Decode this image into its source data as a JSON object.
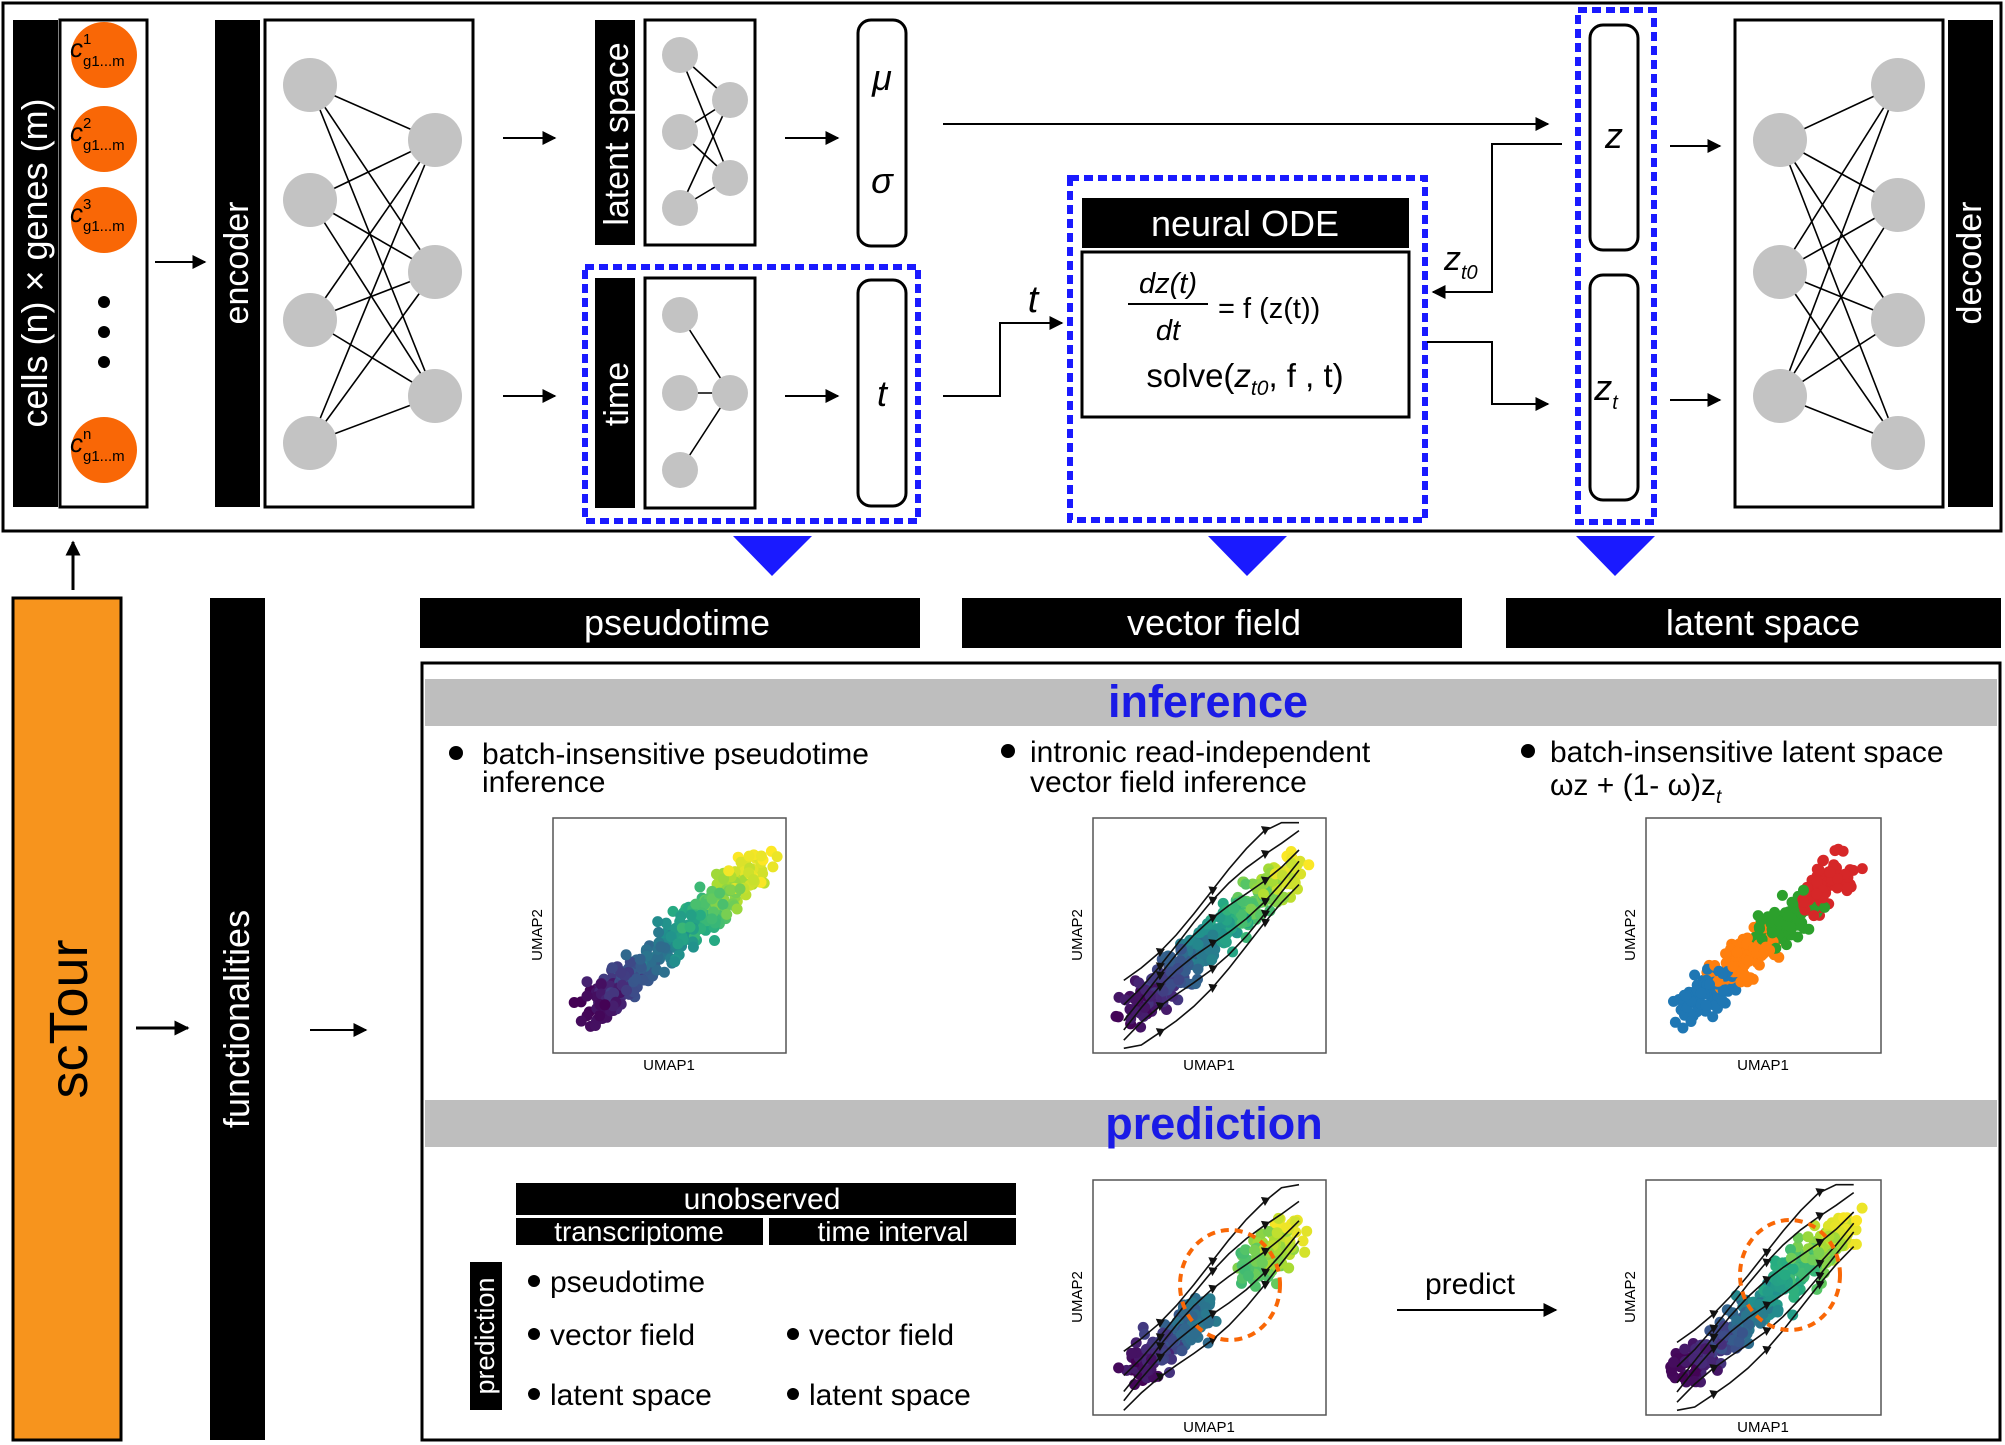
{
  "cell_matrix": {
    "axis_label": "cells (n) × genes (m)",
    "cell_sub": "g1...m",
    "cells": [
      "1",
      "2",
      "3",
      "n"
    ]
  },
  "encoder": {
    "label": "encoder"
  },
  "decoder": {
    "label": "decoder"
  },
  "latent_branch": {
    "label": "latent space",
    "mu": "μ",
    "sigma": "σ"
  },
  "time_branch": {
    "label": "time",
    "t": "t"
  },
  "ode": {
    "title": "neural ODE",
    "eq_num": "dz(t)",
    "eq_den": "dt",
    "eq_rhs": "= f (z(t))",
    "solve_pre": "solve(",
    "solve_z": "z",
    "solve_sub": "t0",
    "solve_post": ", f , t)"
  },
  "outputs": {
    "z": "z",
    "zt": "z",
    "zt_sub": "t",
    "zt0": "z",
    "zt0_sub": "t0",
    "t_arrow": "t"
  },
  "sctour": {
    "label": "scTour"
  },
  "functionalities": {
    "label": "functionalities"
  },
  "feature_headers": [
    "pseudotime",
    "vector field",
    "latent space"
  ],
  "inference": {
    "title": "inference",
    "items": [
      {
        "line1": "batch-insensitive pseudotime",
        "line2": "inference"
      },
      {
        "line1": "intronic read-independent",
        "line2": "vector field inference"
      },
      {
        "line1": "batch-insensitive latent space",
        "line2": "ωz + (1- ω)z",
        "line2_sub": "t"
      }
    ]
  },
  "prediction": {
    "title": "prediction",
    "unobserved": "unobserved",
    "columns": [
      "transcriptome",
      "time interval"
    ],
    "side_label": "prediction",
    "transcriptome_items": [
      "pseudotime",
      "vector field",
      "latent space"
    ],
    "interval_items": [
      "vector field",
      "latent space"
    ],
    "predict_label": "predict"
  },
  "umap": {
    "xlabel": "UMAP1",
    "ylabel": "UMAP2"
  },
  "colors": {
    "cell_orange": "#f96706",
    "sctour_orange": "#f7941d",
    "blue_dash": "#1a1aff",
    "title_blue": "#1a1ae6",
    "band_gray": "#bebebe",
    "node_gray": "#c3c3c3",
    "cluster_colors": [
      "#1f77b4",
      "#ff7f0e",
      "#2ca02c",
      "#d62728"
    ]
  }
}
